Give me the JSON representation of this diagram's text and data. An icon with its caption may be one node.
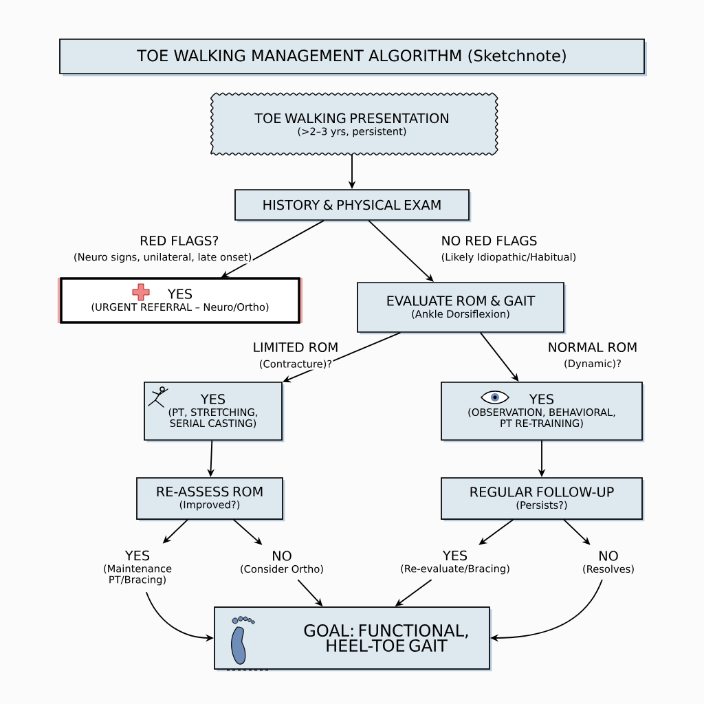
{
  "diagram": {
    "title": "TOE WALKING MANAGEMENT ALGORITHM (Sketchnote)",
    "nodes": [
      {
        "text": [
          "TOE WALKING PRESENTATION",
          "(>2–3 yrs, persistent)"
        ]
      },
      {
        "text": [
          "HISTORY & PHYSICAL EXAM"
        ]
      },
      {
        "text": [
          "YES",
          "(URGENT REFERRAL – Neuro/Ortho)"
        ]
      },
      {
        "text": [
          "EVALUATE ROM & GAIT",
          "(Ankle Dorsiflexion)"
        ]
      },
      {
        "text": [
          "YES",
          "(PT, STRETCHING, SERIAL CASTING)"
        ]
      },
      {
        "text": [
          "YES",
          "(OBSERVATION, BEHAVIORAL, PT RE-TRAINING)"
        ]
      },
      {
        "text": [
          "RE-ASSESS ROM",
          "(Improved?)"
        ]
      },
      {
        "text": [
          "REGULAR FOLLOW-UP",
          "(Persists?)"
        ]
      },
      {
        "text": [
          "YES",
          "(Maintenance PT/Bracing)"
        ]
      },
      {
        "text": [
          "NO",
          "(Consider Ortho)"
        ]
      },
      {
        "text": [
          "YES",
          "(Re-evaluate/Bracing)"
        ]
      },
      {
        "text": [
          "NO",
          "(Resolves)"
        ]
      },
      {
        "text": [
          "GOAL: FUNCTIONAL, HEEL-TOE GAIT"
        ]
      }
    ],
    "edges": [
      {
        "from": 0,
        "to": 1,
        "arrow": "to"
      },
      {
        "from": 1,
        "to": 2,
        "arrow": "to",
        "label": "RED FLAGS?"
      },
      {
        "from": 1,
        "to": 3,
        "arrow": "to",
        "label": "NO RED FLAGS"
      },
      {
        "from": 3,
        "to": 4,
        "arrow": "to",
        "label": "LIMITED ROM"
      },
      {
        "from": 3,
        "to": 5,
        "arrow": "to",
        "label": "NORMAL ROM"
      },
      {
        "from": 4,
        "to": 6,
        "arrow": "to"
      },
      {
        "from": 5,
        "to": 7,
        "arrow": "to"
      },
      {
        "from": 6,
        "to": 8,
        "arrow": "to"
      },
      {
        "from": 6,
        "to": 9,
        "arrow": "to"
      },
      {
        "from": 7,
        "to": 10,
        "arrow": "to"
      },
      {
        "from": 7,
        "to": 11,
        "arrow": "to"
      },
      {
        "from": 8,
        "to": 12,
        "arrow": "to"
      },
      {
        "from": 9,
        "to": 12,
        "arrow": "to"
      },
      {
        "from": 10,
        "to": 12,
        "arrow": "to"
      },
      {
        "from": 11,
        "to": 12,
        "arrow": "to"
      }
    ],
    "labels": [
      "(Neuro signs, unilateral, late onset)",
      "(Likely Idiopathic/Habitual)",
      "(Contracture)?",
      "(Dynamic)?"
    ]
  }
}
